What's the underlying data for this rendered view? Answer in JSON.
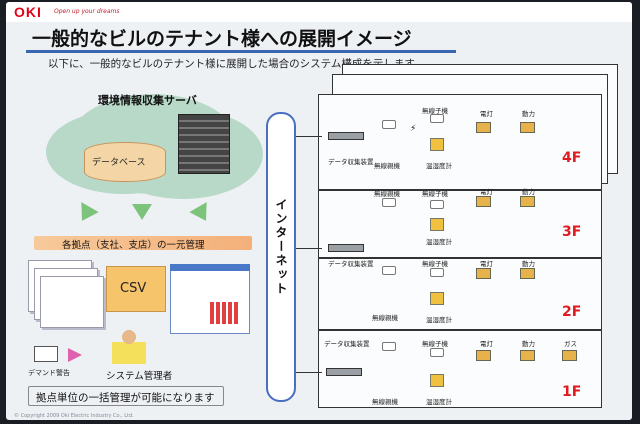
{
  "header": {
    "logo": "OKI",
    "tagline": "Open up your dreams"
  },
  "title": "一般的なビルのテナント様への展開イメージ",
  "subtitle": "以下に、一般的なビルのテナント様に展開した場合のシステム構成を示します。",
  "server": {
    "label": "環境情報収集サーバ",
    "db_label": "データベース"
  },
  "management": {
    "bar_text": "各拠点（支社、支店）の一元管理",
    "csv_label": "CSV",
    "demand_alarm": "デマンド警告",
    "admin": "システム管理者",
    "bottom_text": "拠点単位の一括管理が可能になります"
  },
  "network": {
    "internet_label": "インターネット"
  },
  "devices": {
    "data_collector": "データ収集装置",
    "wireless_master": "無線親機",
    "wireless_slave": "無線子機",
    "thermo_hygrometer": "温湿度計",
    "light": "電灯",
    "power": "動力",
    "gas": "ガス"
  },
  "floors": [
    "4F",
    "3F",
    "2F",
    "1F"
  ],
  "copyright": "© Copyright 2009 Oki Electric Industry Co., Ltd."
}
